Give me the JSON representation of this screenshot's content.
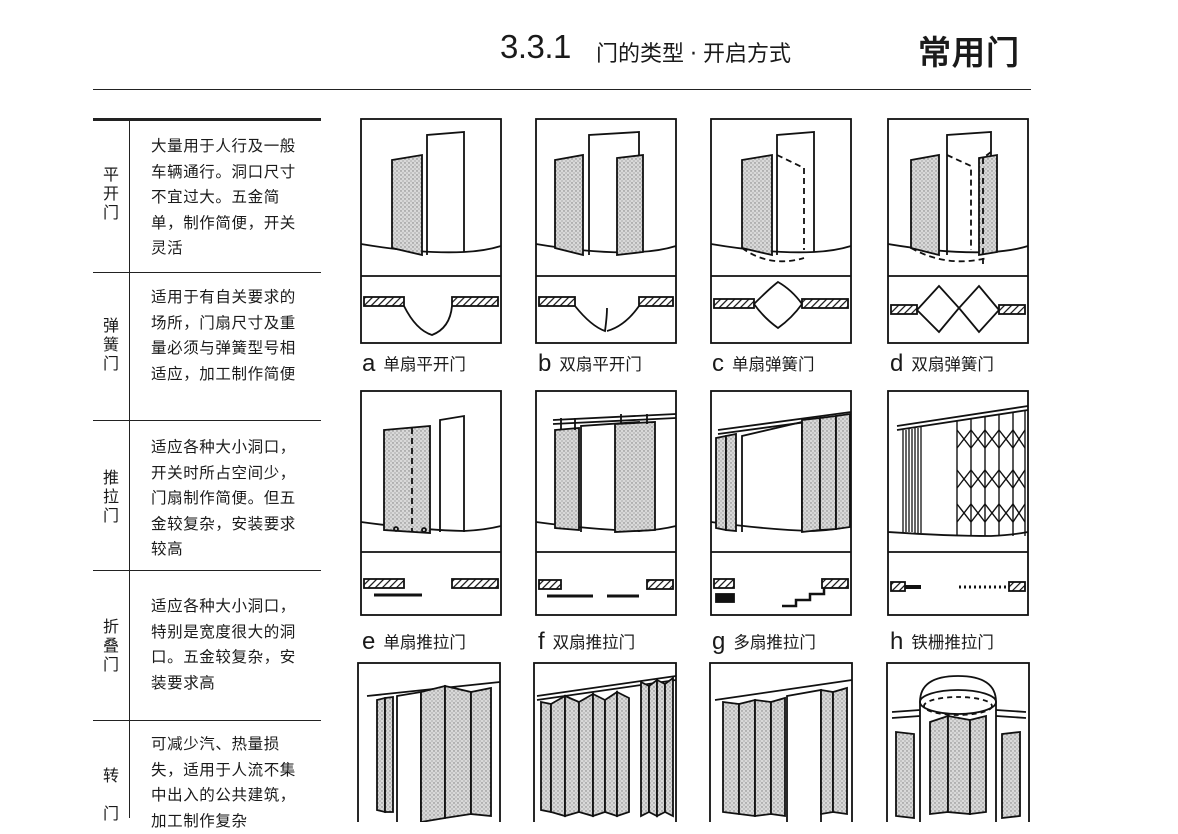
{
  "header": {
    "section_number": "3.3.1",
    "section_title": "门的类型",
    "separator": "·",
    "section_subtitle": "开启方式",
    "category": "常用门"
  },
  "table": {
    "rows": [
      {
        "label": "平\n开\n门",
        "desc": "大量用于人行及一般车辆通行。洞口尺寸不宜过大。五金简单，制作简便，开关灵活"
      },
      {
        "label": "弹\n簧\n门",
        "desc": "适用于有自关要求的场所，门扇尺寸及重量必须与弹簧型号相适应，加工制作简便"
      },
      {
        "label": "推\n拉\n门",
        "desc": "适应各种大小洞口，开关时所占空间少，门扇制作简便。但五金较复杂，安装要求较高"
      },
      {
        "label": "折\n叠\n门",
        "desc": "适应各种大小洞口，特别是宽度很大的洞口。五金较复杂，安装要求高"
      },
      {
        "label": "转\n\n门",
        "desc": "可减少汽、热量损失，适用于人流不集中出入的公共建筑，加工制作复杂"
      }
    ]
  },
  "figures": [
    {
      "letter": "a",
      "caption": "单扇平开门"
    },
    {
      "letter": "b",
      "caption": "双扇平开门"
    },
    {
      "letter": "c",
      "caption": "单扇弹簧门"
    },
    {
      "letter": "d",
      "caption": "双扇弹簧门"
    },
    {
      "letter": "e",
      "caption": "单扇推拉门"
    },
    {
      "letter": "f",
      "caption": "双扇推拉门"
    },
    {
      "letter": "g",
      "caption": "多扇推拉门"
    },
    {
      "letter": "h",
      "caption": "铁栅推拉门"
    }
  ]
}
